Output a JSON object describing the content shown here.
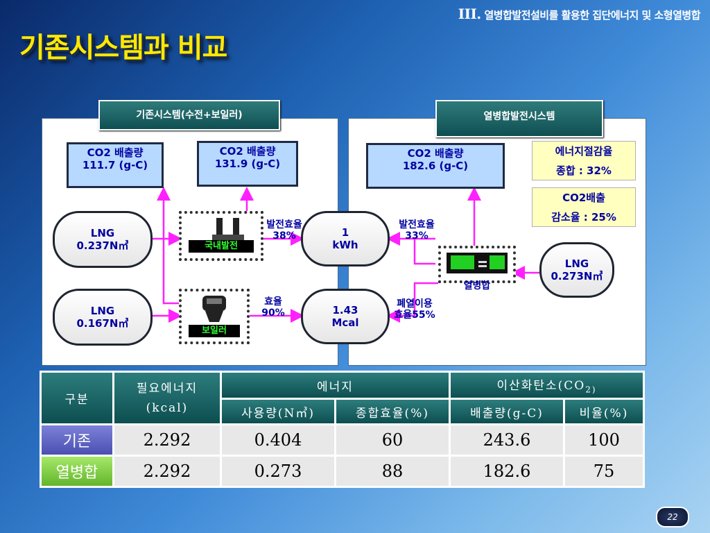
{
  "header": {
    "roman": "III.",
    "subtitle": "열병합발전설비를 활용한 집단에너지 및 소형열병합"
  },
  "title": "기존시스템과 비교",
  "left_panel": {
    "heading": "기존시스템(수전+보일러)",
    "co2_a": {
      "line1": "CO2 배출량",
      "line2": "111.7 (g-C)"
    },
    "co2_b": {
      "line1": "CO2 배출량",
      "line2": "131.9 (g-C)"
    },
    "lng_a": {
      "line1": "LNG",
      "line2": "0.237N㎥"
    },
    "lng_b": {
      "line1": "LNG",
      "line2": "0.167N㎥"
    },
    "plant_label": "국내발전",
    "boiler_label": "보일러",
    "eff_power": {
      "line1": "발전효율",
      "line2": "38%"
    },
    "eff_boiler": {
      "line1": "효율",
      "line2": "90%"
    },
    "out_power": {
      "line1": "1",
      "line2": "kWh"
    },
    "out_heat": {
      "line1": "1.43",
      "line2": "Mcal"
    }
  },
  "right_panel": {
    "heading": "열병합발전시스템",
    "co2": {
      "line1": "CO2 배출량",
      "line2": "182.6 (g-C)"
    },
    "saving": {
      "line1": "에너지절감율",
      "line2": "종합 : 32%"
    },
    "co2_reduction": {
      "line1": "CO2배출",
      "line2": "감소율 : 25%"
    },
    "lng": {
      "line1": "LNG",
      "line2": "0.273N㎥"
    },
    "chp_label": "열병합",
    "eff_power": {
      "line1": "발전효율",
      "line2": "33%"
    },
    "eff_heat": {
      "line1": "폐열이용",
      "line2": "효율55%"
    }
  },
  "table": {
    "h_category": "구분",
    "h_required_line1": "필요에너지",
    "h_required_line2": "(kcal)",
    "h_energy": "에너지",
    "h_co2": "이산화탄소(CO",
    "h_co2_sub": "2)",
    "h_co2_close": ")",
    "h_usage": "사용량(N㎥)",
    "h_efficiency": "종합효율(%)",
    "h_emission": "배출량(g-C)",
    "h_ratio": "비율(%)",
    "rows": [
      {
        "label": "기존",
        "required": "2.292",
        "usage": "0.404",
        "efficiency": "60",
        "emission": "243.6",
        "ratio": "100"
      },
      {
        "label": "열병합",
        "required": "2.292",
        "usage": "0.273",
        "efficiency": "88",
        "emission": "182.6",
        "ratio": "75"
      }
    ]
  },
  "page_number": "22",
  "colors": {
    "title": "#ffe800",
    "arrow": "#ff20ff",
    "header_teal": "#1a6464",
    "box_blue": "#b7d8ff"
  }
}
